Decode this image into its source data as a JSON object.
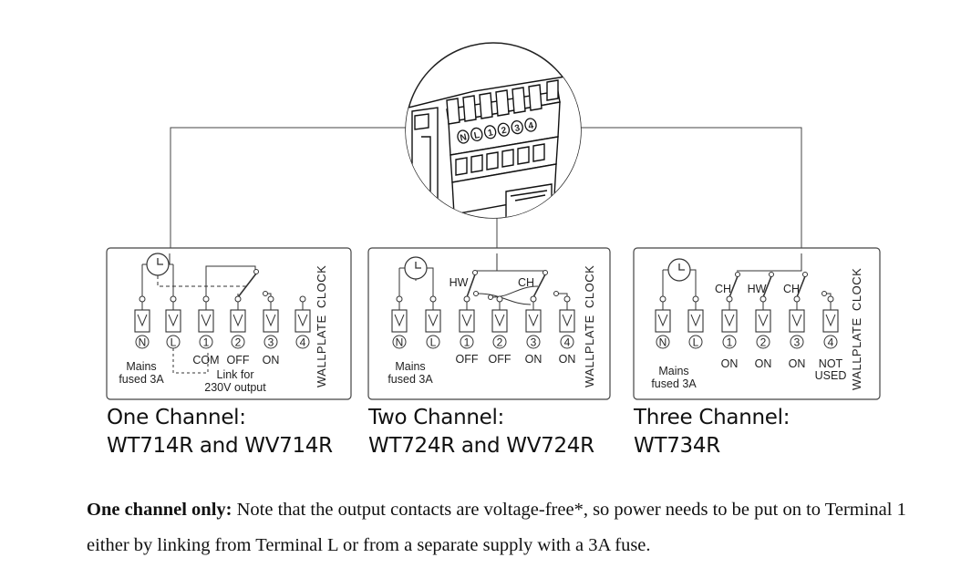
{
  "zoom_terminals": [
    "N",
    "L",
    "1",
    "2",
    "3",
    "4"
  ],
  "panels": [
    {
      "id": "one",
      "terminals": [
        "N",
        "L",
        "1",
        "2",
        "3",
        "4"
      ],
      "switches": [],
      "under": [
        "",
        "",
        "COM",
        "OFF",
        "ON",
        ""
      ],
      "mains": [
        "Mains",
        "fused 3A"
      ],
      "link": [
        "Link for",
        "230V output"
      ],
      "wallplate": "WALLPLATE",
      "clock": "CLOCK",
      "title": [
        "One Channel:",
        "WT714R and WV714R"
      ]
    },
    {
      "id": "two",
      "terminals": [
        "N",
        "L",
        "1",
        "2",
        "3",
        "4"
      ],
      "switches": [
        "HW",
        "CH"
      ],
      "under": [
        "",
        "",
        "OFF",
        "OFF",
        "ON",
        "ON"
      ],
      "mains": [
        "Mains",
        "fused 3A"
      ],
      "wallplate": "WALLPLATE",
      "clock": "CLOCK",
      "title": [
        "Two Channel:",
        "WT724R and WV724R"
      ]
    },
    {
      "id": "three",
      "terminals": [
        "N",
        "L",
        "1",
        "2",
        "3",
        "4"
      ],
      "switches": [
        "CH",
        "HW",
        "CH"
      ],
      "under": [
        "",
        "",
        "ON",
        "ON",
        "ON",
        "NOT"
      ],
      "under2": "USED",
      "mains": [
        "Mains",
        "fused 3A"
      ],
      "wallplate": "WALLPLATE",
      "clock": "CLOCK",
      "title": [
        "Three Channel:",
        "WT734R"
      ]
    }
  ],
  "note": {
    "bold": "One channel only:",
    "text": " Note that the output contacts are voltage-free*, so power needs to be put on to Terminal 1 either by linking from Terminal L or from a separate supply with a 3A fuse."
  }
}
